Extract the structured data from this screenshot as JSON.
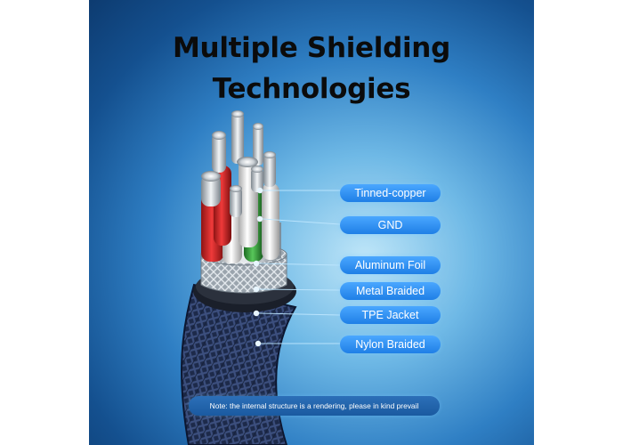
{
  "title": {
    "line1": "Multiple Shielding",
    "line2": "Technologies"
  },
  "layers": [
    {
      "label": "Tinned-copper"
    },
    {
      "label": "GND"
    },
    {
      "label": "Aluminum Foil"
    },
    {
      "label": "Metal Braided"
    },
    {
      "label": "TPE Jacket"
    },
    {
      "label": "Nylon Braided"
    }
  ],
  "note": "Note: the internal structure is a rendering, please in kind prevail",
  "colors": {
    "accent": "#1f7fe6",
    "title": "#0b0b0b"
  }
}
